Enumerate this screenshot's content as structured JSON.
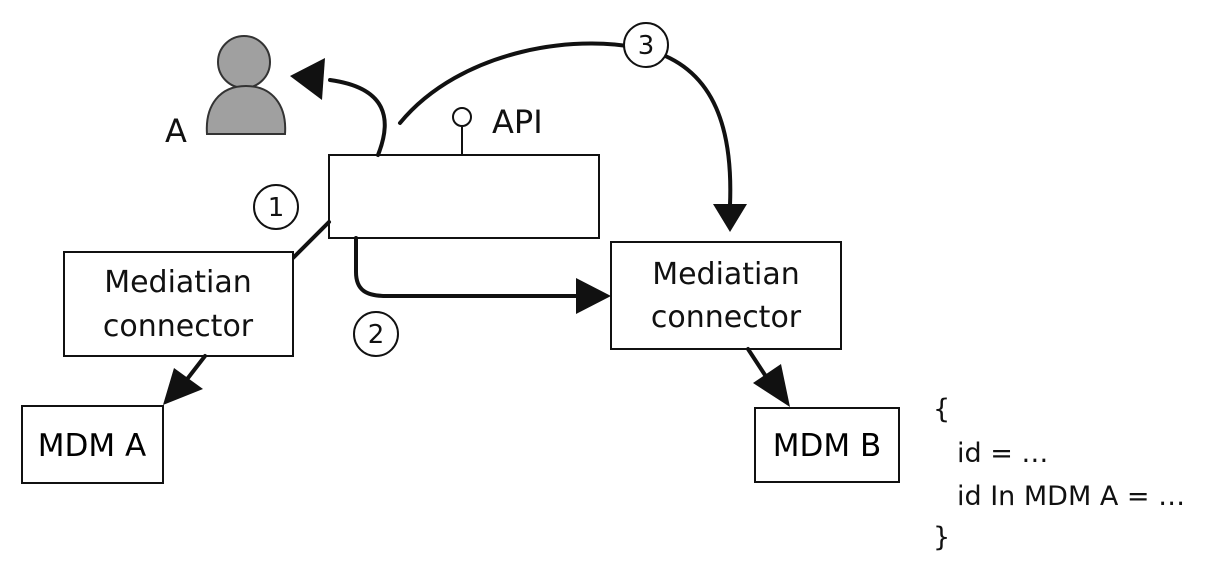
{
  "diagram": {
    "user_label": "A",
    "api_label": "API",
    "left_connector_line1": "Mediatian",
    "left_connector_line2": "connector",
    "right_connector_line1": "Mediatian",
    "right_connector_line2": "connector",
    "mdm_a_label": "MDM A",
    "mdm_b_label": "MDM B",
    "step1": "1",
    "step2": "2",
    "step3": "3",
    "record": {
      "open": "{",
      "line1": "id = …",
      "line2": "id In MDM A = …",
      "close": "}"
    }
  },
  "colors": {
    "stroke": "#111111",
    "user_icon_fill": "#a0a0a0",
    "background": "#ffffff"
  },
  "icons": [
    "user-icon",
    "api-lollipop-icon"
  ]
}
